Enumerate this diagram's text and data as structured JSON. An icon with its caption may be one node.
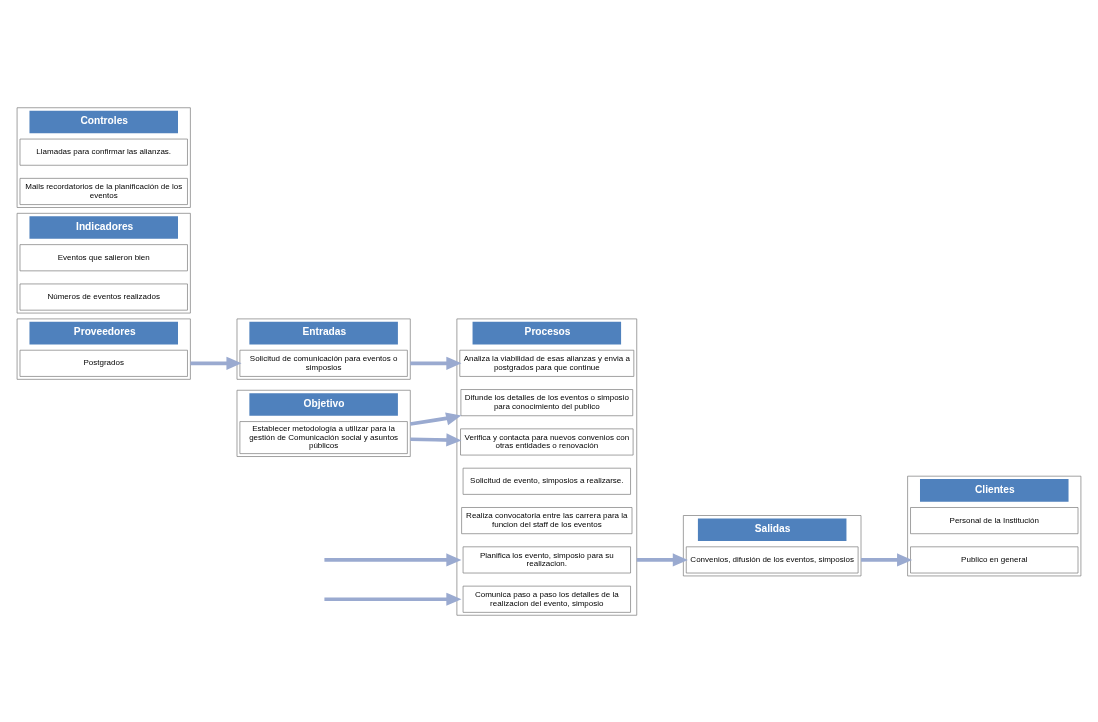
{
  "diagram": {
    "nodes": [
      {
        "text": [
          "Proveedores"
        ]
      },
      {
        "text": [
          "Postgrados"
        ],
        "in": 0
      },
      {
        "text": [
          "Entradas"
        ]
      },
      {
        "text": [
          "Solicitud de comunicación para eventos o simposios"
        ],
        "in": 2
      },
      {
        "text": [
          "Indicadores"
        ]
      },
      {
        "text": [
          "Números de eventos realizados"
        ],
        "in": 4
      },
      {
        "text": [
          "Eventos que salieron bien"
        ],
        "in": 4
      },
      {
        "text": [
          "Procesos"
        ]
      },
      {
        "text": [
          "Solicitud de evento, simposios a realizarse."
        ],
        "in": 7
      },
      {
        "text": [
          "Verifica y contacta para nuevos convenios con otras entidades o renovación"
        ],
        "in": 7
      },
      {
        "text": [
          "Analiza la viabilidad de esas alianzas y envia a postgrados para que continue"
        ],
        "in": 7
      },
      {
        "text": [
          "Planifica los evento, simposio para su realizacion."
        ],
        "in": 7
      },
      {
        "text": [
          "Realiza convocatoria entre las carrera para la funcion del staff de los eventos"
        ],
        "in": 7
      },
      {
        "text": [
          "Difunde los detalles de los eventos o simposio para conocimiento del publico"
        ],
        "in": 7
      },
      {
        "text": [
          "Comunica paso a paso los detalles de la realizacion del evento, simposio"
        ],
        "in": 7
      },
      {
        "text": [
          "Clientes"
        ]
      },
      {
        "text": [
          "Publico en general"
        ],
        "in": 15
      },
      {
        "text": [
          "Personal de la Institución"
        ],
        "in": 15
      },
      {
        "text": [
          "Salidas"
        ]
      },
      {
        "text": [
          "Convenios, difusión de los eventos, simposios"
        ],
        "in": 18
      },
      {
        "text": [
          "Controles"
        ]
      },
      {
        "text": [
          "Mails recordatorios de la planificación de los eventos"
        ],
        "in": 20
      },
      {
        "text": [
          "Llamadas para confirmar las alianzas."
        ],
        "in": 20
      },
      {
        "text": [
          "Objetivo"
        ]
      },
      {
        "text": [
          "Establecer metodología a utilizar para la gestión de Comunicación social y asuntos públicos"
        ],
        "in": 23
      }
    ],
    "edges": [
      {
        "from": null,
        "to": 7,
        "arrow": "to"
      },
      {
        "from": null,
        "to": 7,
        "arrow": "to"
      },
      {
        "from": 0,
        "to": 2,
        "arrow": "to"
      },
      {
        "from": 2,
        "to": 7,
        "arrow": "to"
      },
      {
        "from": 7,
        "to": 18,
        "arrow": "to"
      },
      {
        "from": 18,
        "to": 15,
        "arrow": "to"
      },
      {
        "from": 23,
        "to": 7,
        "arrow": "to"
      },
      {
        "from": 23,
        "to": 7,
        "arrow": "to"
      }
    ]
  }
}
